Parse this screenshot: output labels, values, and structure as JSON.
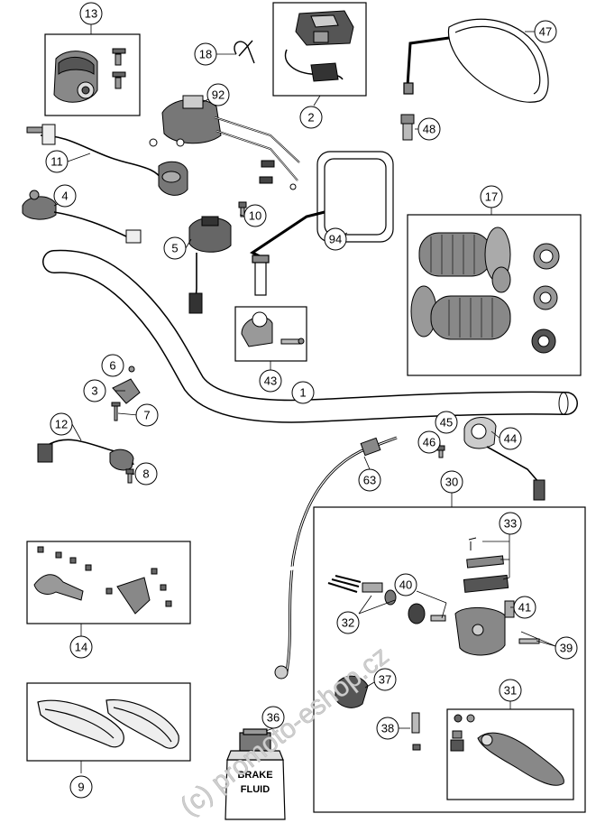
{
  "callouts": {
    "c13": "13",
    "c2": "2",
    "c18": "18",
    "c92": "92",
    "c47": "47",
    "c48": "48",
    "c11": "11",
    "c4": "4",
    "c10": "10",
    "c5": "5",
    "c94": "94",
    "c17": "17",
    "c43": "43",
    "c1": "1",
    "c6": "6",
    "c3": "3",
    "c7": "7",
    "c12": "12",
    "c8": "8",
    "c45": "45",
    "c46": "46",
    "c44": "44",
    "c63": "63",
    "c30": "30",
    "c33": "33",
    "c40": "40",
    "c41": "41",
    "c32": "32",
    "c39": "39",
    "c14": "14",
    "c37": "37",
    "c31": "31",
    "c36": "36",
    "c38": "38",
    "c9": "9"
  },
  "bottle_label": {
    "line1": "BRAKE",
    "line2": "FLUID"
  },
  "watermark": "(c) promoto-eshop.cz"
}
